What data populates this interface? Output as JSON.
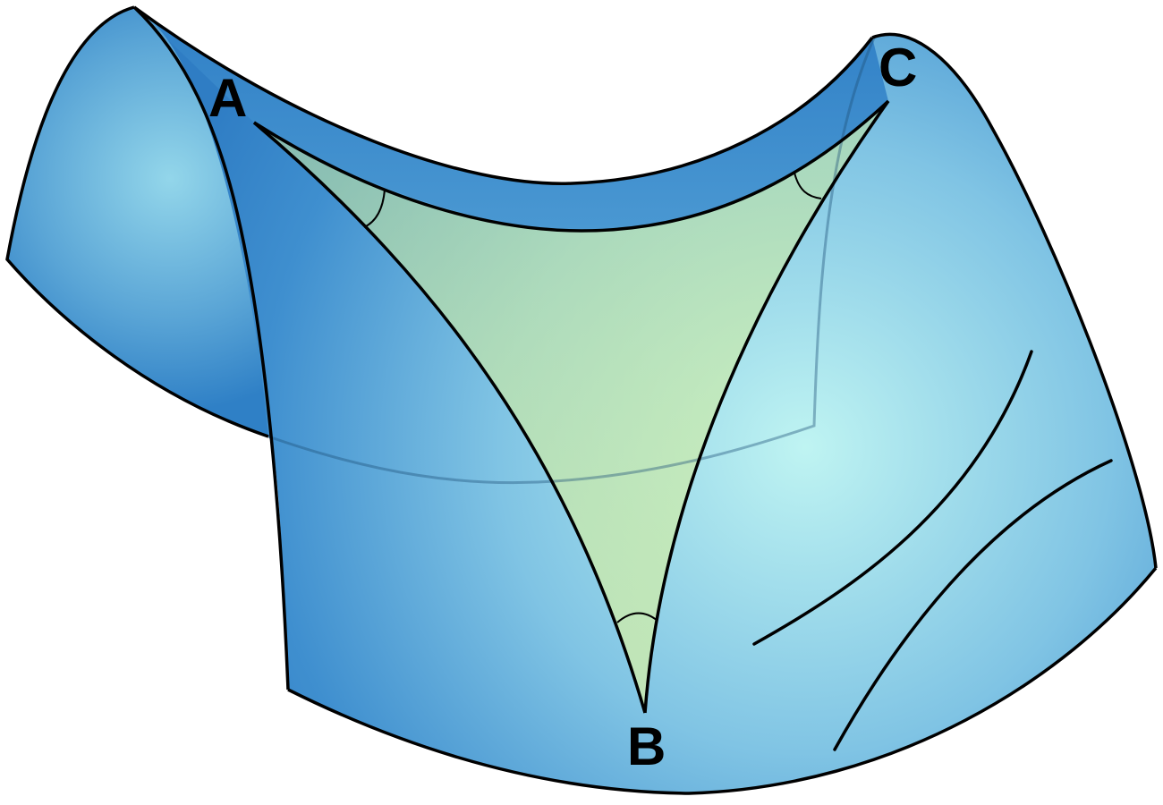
{
  "vertices": {
    "a": {
      "label": "A"
    },
    "b": {
      "label": "B"
    },
    "c": {
      "label": "C"
    }
  },
  "colors": {
    "surface_dark": "#2f80c6",
    "surface_mid": "#74bde0",
    "surface_light": "#bff4f2",
    "triangle_fill": "#c8e6a0",
    "outline": "#000000",
    "background": "#ffffff"
  }
}
